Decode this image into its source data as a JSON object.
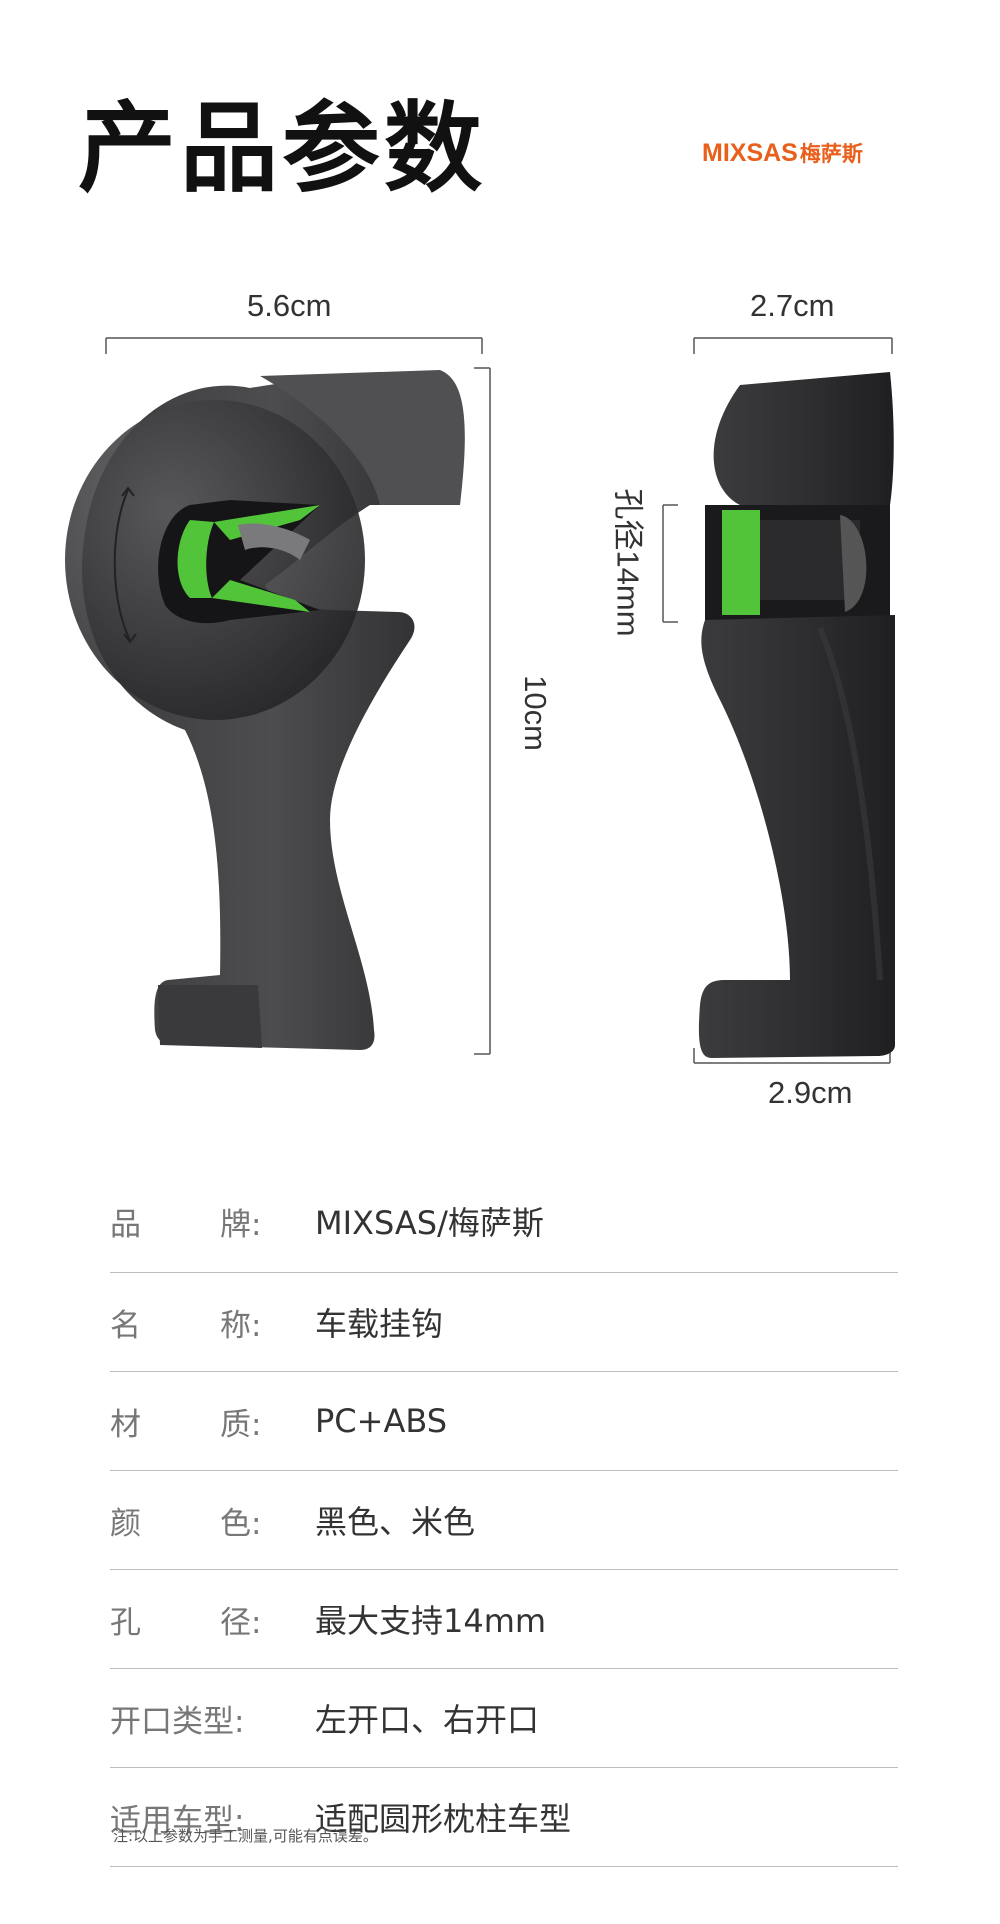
{
  "header": {
    "title": "产品参数",
    "brand_latin": "MIXSAS",
    "brand_cn": "梅萨斯",
    "brand_color": "#e8601c"
  },
  "dimensions": {
    "front_width": "5.6cm",
    "height": "10cm",
    "side_top_width": "2.7cm",
    "hole_diameter": "孔径14mm",
    "side_bottom_width": "2.9cm"
  },
  "colors": {
    "product_dark": "#2e2e30",
    "product_mid": "#4a4a4d",
    "accent_green": "#52c43a"
  },
  "specs": [
    {
      "label_a": "品",
      "label_b": "牌:",
      "value": "MIXSAS/梅萨斯"
    },
    {
      "label_a": "名",
      "label_b": "称:",
      "value": "车载挂钩"
    },
    {
      "label_a": "材",
      "label_b": "质:",
      "value": "PC+ABS"
    },
    {
      "label_a": "颜",
      "label_b": "色:",
      "value": "黑色、米色"
    },
    {
      "label_a": "孔",
      "label_b": "径:",
      "value": "最大支持14mm"
    },
    {
      "label_a": "开口类型:",
      "label_b": "",
      "value": "左开口、右开口"
    },
    {
      "label_a": "适用车型:",
      "label_b": "",
      "value": "适配圆形枕柱车型"
    }
  ],
  "note": "注:以上参数为手工测量,可能有点误差。"
}
